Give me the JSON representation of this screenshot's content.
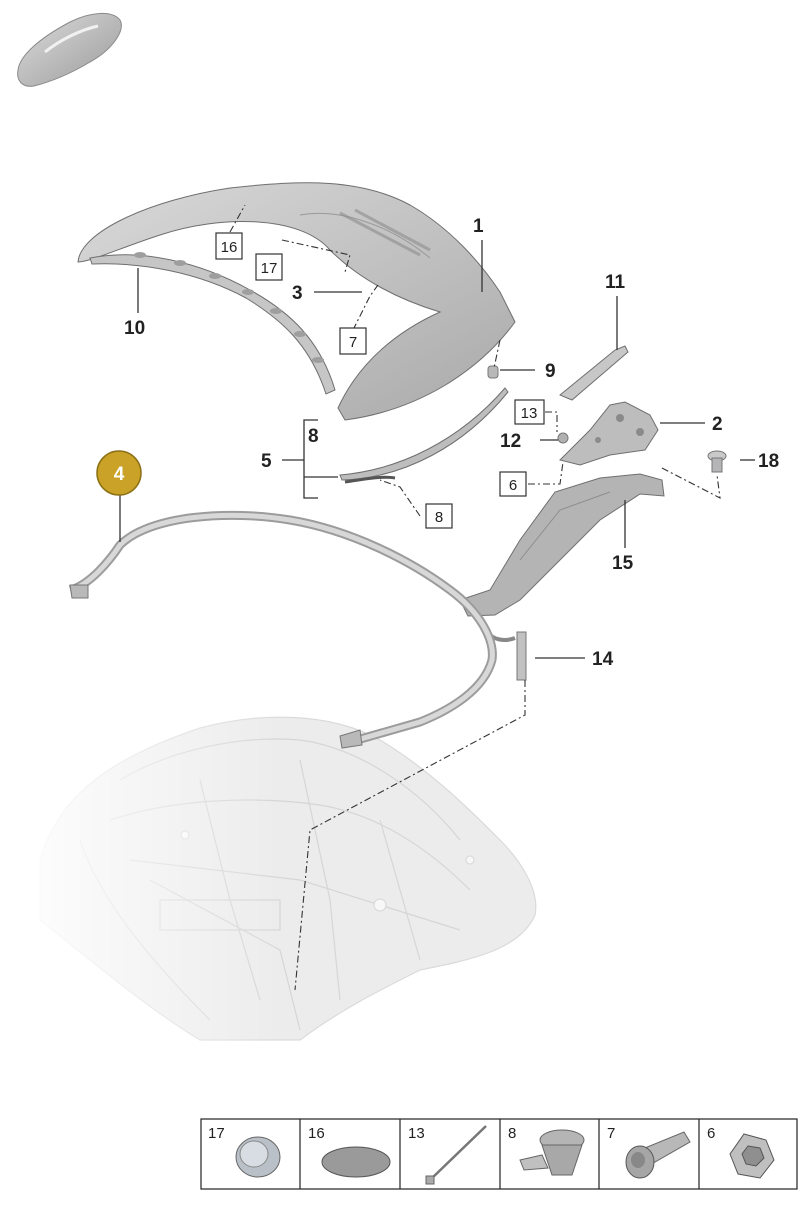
{
  "callouts": {
    "c1": "1",
    "c2": "2",
    "c3": "3",
    "c4": "4",
    "c5": "5",
    "c8": "8",
    "c9": "9",
    "c10": "10",
    "c11": "11",
    "c12": "12",
    "c14": "14",
    "c15": "15",
    "c18": "18"
  },
  "boxed": {
    "b16": "16",
    "b17": "17",
    "b7": "7",
    "b13": "13",
    "b6": "6",
    "b8": "8"
  },
  "legend": {
    "cells": [
      {
        "num": "17",
        "icon": "plug-icon"
      },
      {
        "num": "16",
        "icon": "pad-icon"
      },
      {
        "num": "13",
        "icon": "cable-tie-icon"
      },
      {
        "num": "8",
        "icon": "expanding-clip-icon"
      },
      {
        "num": "7",
        "icon": "screw-icon"
      },
      {
        "num": "6",
        "icon": "hex-nut-icon"
      }
    ]
  },
  "colors": {
    "highlight_badge": "#c9a227",
    "part_fill": "#c8c8c8",
    "body_ghost": "#e4e4e4"
  }
}
